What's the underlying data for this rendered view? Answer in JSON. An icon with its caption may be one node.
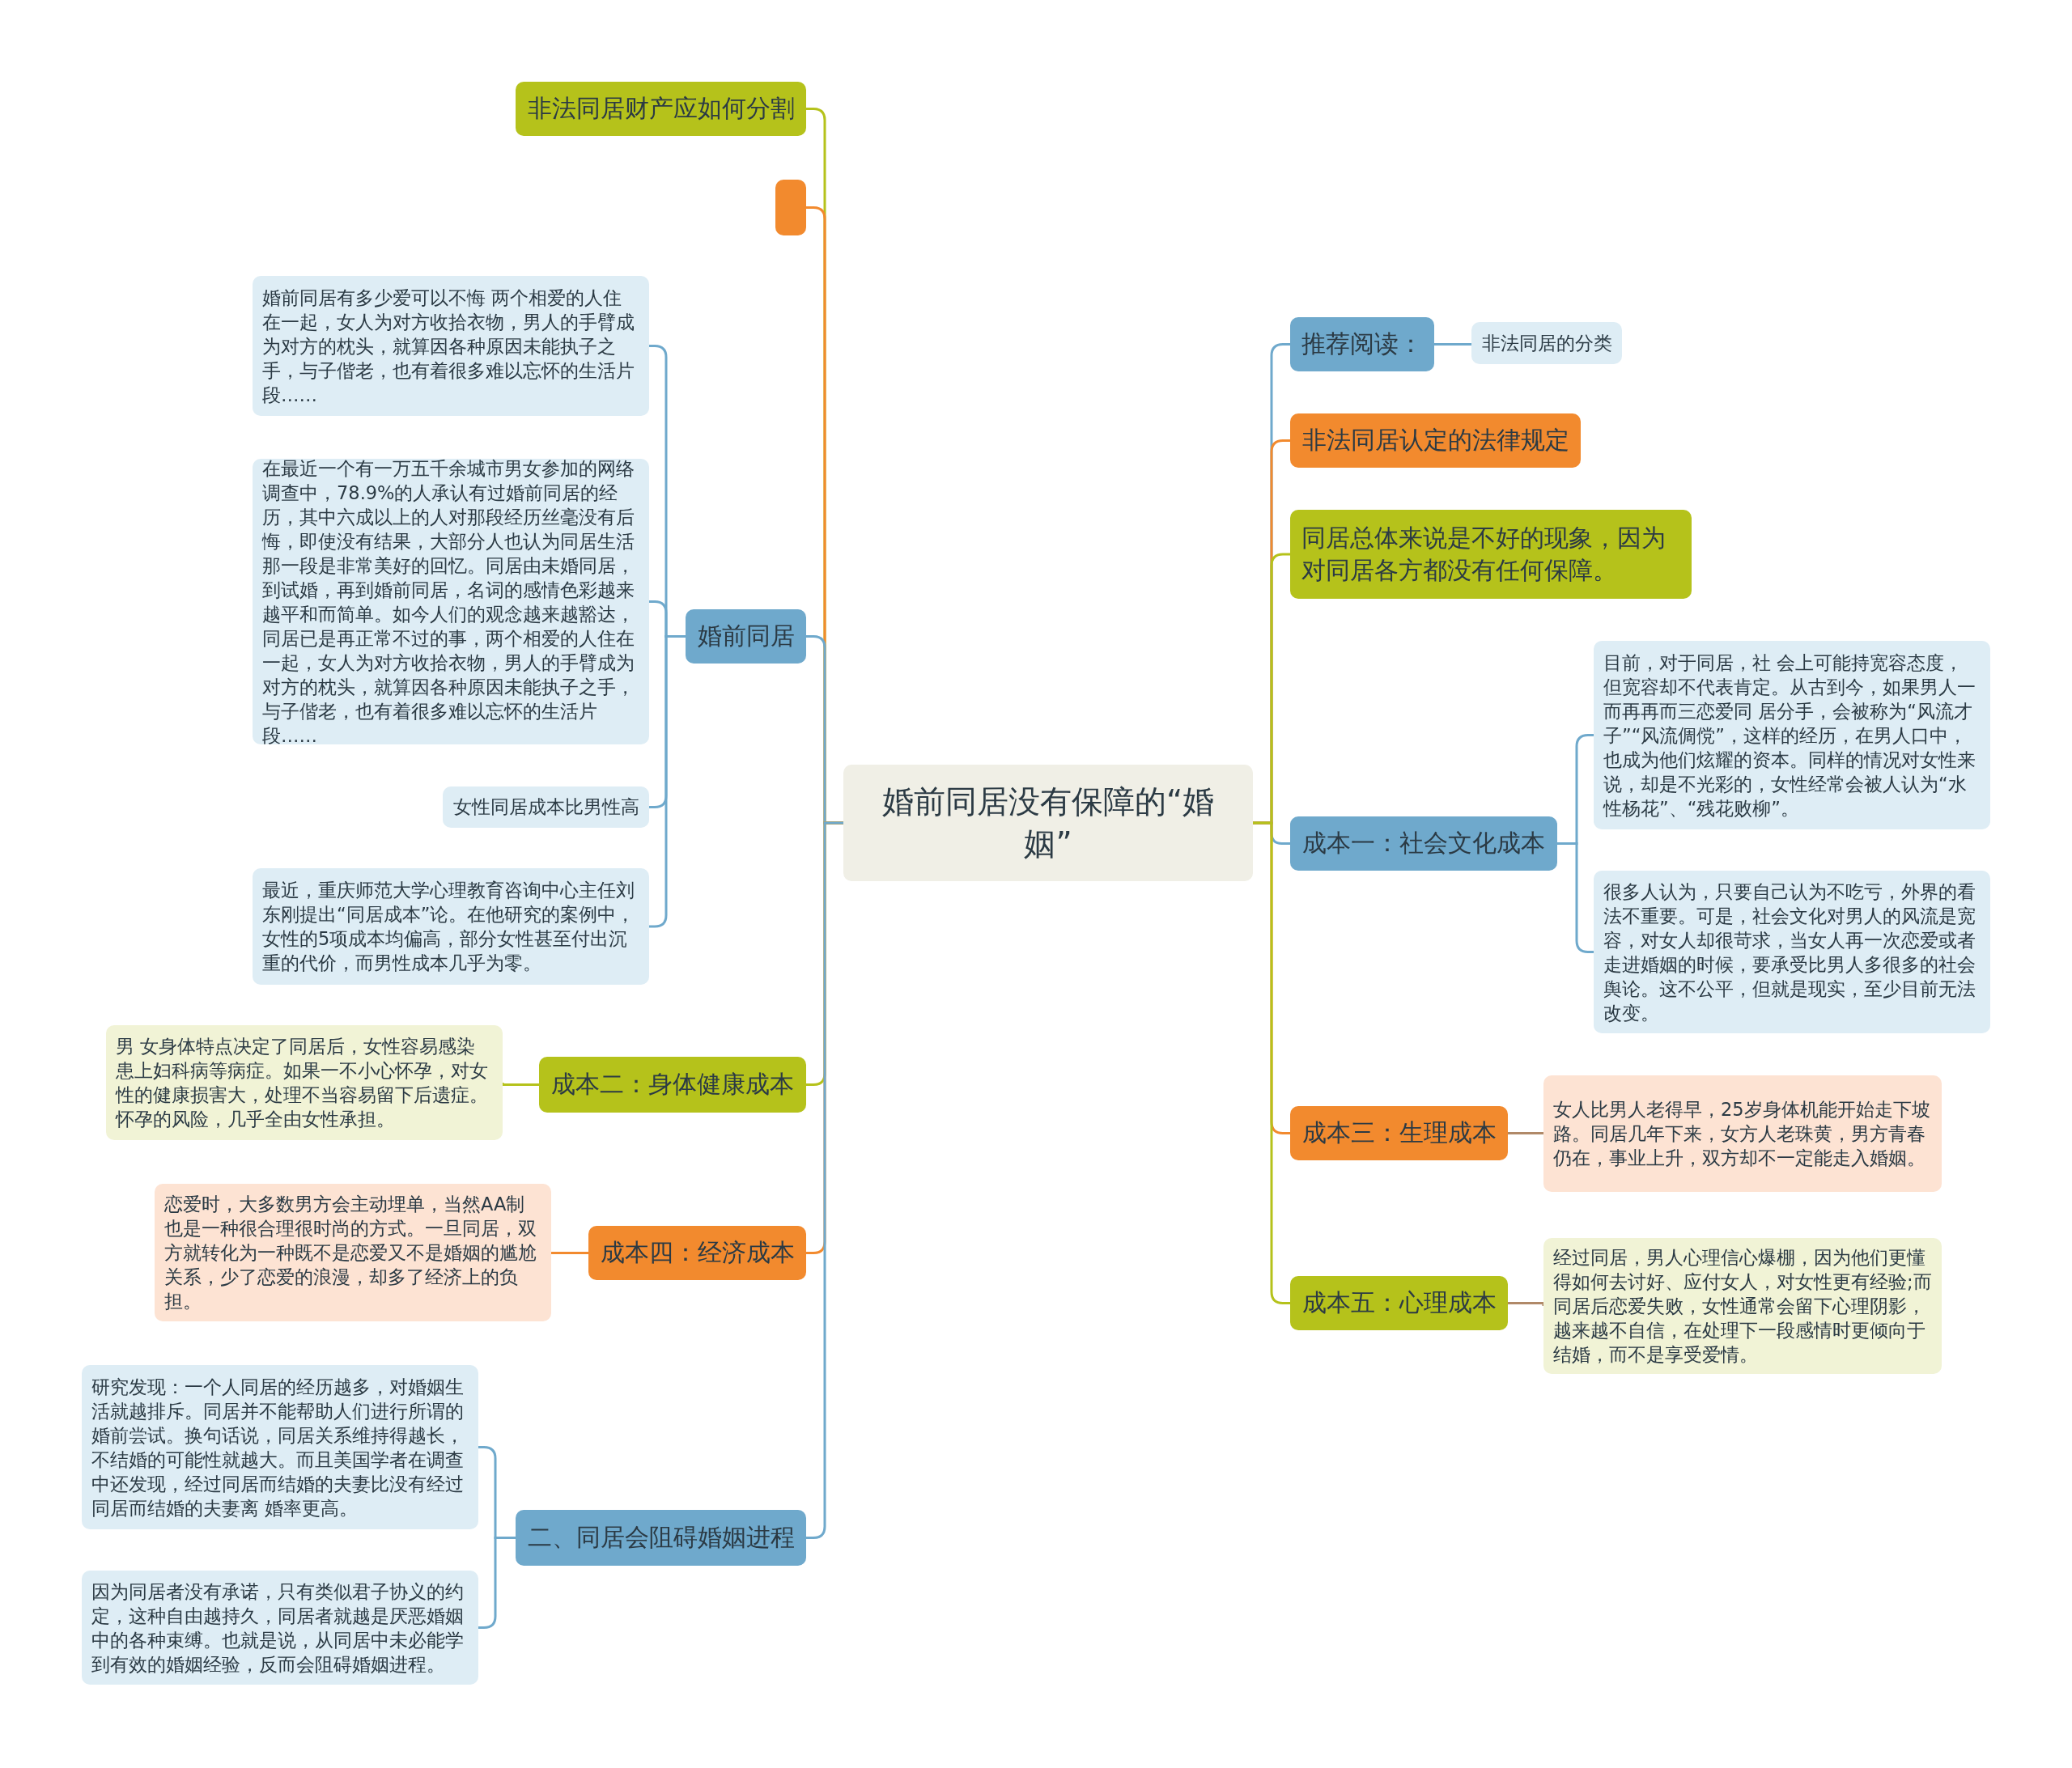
{
  "diagram": {
    "nodes": [
      {
        "text": [
          "婚前同居没有保障的“婚姻”"
        ]
      },
      {
        "text": [
          "非法同居财产应如何分割"
        ]
      },
      {
        "text": [],
        "shape": "box"
      },
      {
        "text": [
          "婚前同居"
        ]
      },
      {
        "text": [
          "婚前同居有多少爱可以不悔 两个相爱的人住在一起，女人为对方收拾衣物，男人的手臂成为对方的枕头，就算因各种原因未能执子之手，与子偕老，也有着很多难以忘怀的生活片段……"
        ]
      },
      {
        "text": [
          "在最近一个有一万五千余城市男女参加的网络调查中，78.9%的人承认有过婚前同居的经历，其中六成以上的人对那段经历丝毫没有后悔，即使没有结果，大部分人也认为同居生活那一段是非常美好的回忆。同居由未婚同居，到试婚，再到婚前同居，名词的感情色彩越来越平和而简单。如今人们的观念越来越豁达，同居已是再正常不过的事，两个相爱的人住在一起，女人为对方收拾衣物，男人的手臂成为对方的枕头，就算因各种原因未能执子之手，与子偕老，也有着很多难以忘怀的生活片段……"
        ]
      },
      {
        "text": [
          "女性同居成本比男性高"
        ]
      },
      {
        "text": [
          "最近，重庆师范大学心理教育咨询中心主任刘东刚提出“同居成本”论。在他研究的案例中，女性的5项成本均偏高，部分女性甚至付出沉重的代价，而男性成本几乎为零。"
        ]
      },
      {
        "text": [
          "成本二：身体健康成本"
        ]
      },
      {
        "text": [
          "男 女身体特点决定了同居后，女性容易感染患上妇科病等病症。如果一不小心怀孕，对女性的健康损害大，处理不当容易留下后遗症。怀孕的风险，几乎全由女性承担。"
        ]
      },
      {
        "text": [
          "成本四：经济成本"
        ]
      },
      {
        "text": [
          "恋爱时，大多数男方会主动埋单，当然AA制也是一种很合理很时尚的方式。一旦同居，双方就转化为一种既不是恋爱又不是婚姻的尴尬关系，少了恋爱的浪漫，却多了经济上的负担。"
        ]
      },
      {
        "text": [
          "二、同居会阻碍婚姻进程"
        ]
      },
      {
        "text": [
          "研究发现：一个人同居的经历越多，对婚姻生活就越排斥。同居并不能帮助人们进行所谓的婚前尝试。换句话说，同居关系维持得越长，不结婚的可能性就越大。而且美国学者在调查中还发现，经过同居而结婚的夫妻比没有经过同居而结婚的夫妻离 婚率更高。"
        ]
      },
      {
        "text": [
          "因为同居者没有承诺，只有类似君子协义的约定，这种自由越持久，同居者就越是厌恶婚姻中的各种束缚。也就是说，从同居中未必能学到有效的婚姻经验，反而会阻碍婚姻进程。"
        ]
      },
      {
        "text": [
          "推荐阅读："
        ]
      },
      {
        "text": [
          "非法同居的分类"
        ]
      },
      {
        "text": [
          "非法同居认定的法律规定"
        ]
      },
      {
        "text": [
          "同居总体来说是不好的现象，因为对同居各方都没有任何保障。"
        ]
      },
      {
        "text": [
          "成本一：社会文化成本"
        ]
      },
      {
        "text": [
          "目前，对于同居，社 会上可能持宽容态度，但宽容却不代表肯定。从古到今，如果男人一而再再而三恋爱同 居分手，会被称为“风流才子”“风流倜傥”，这样的经历，在男人口中，也成为他们炫耀的资本。同样的情况对女性来说，却是不光彩的，女性经常会被人认为“水性杨花”、“残花败柳”。"
        ]
      },
      {
        "text": [
          "很多人认为，只要自己认为不吃亏，外界的看法不重要。可是，社会文化对男人的风流是宽容，对女人却很苛求，当女人再一次恋爱或者走进婚姻的时候，要承受比男人多很多的社会舆论。这不公平，但就是现实，至少目前无法改变。"
        ]
      },
      {
        "text": [
          "成本三：生理成本"
        ]
      },
      {
        "text": [
          "女人比男人老得早，25岁身体机能开始走下坡路。同居几年下来，女方人老珠黄，男方青春仍在，事业上升，双方却不一定能走入婚姻。"
        ]
      },
      {
        "text": [
          "成本五：心理成本"
        ]
      },
      {
        "text": [
          "经过同居，男人心理信心爆棚，因为他们更懂得如何去讨好、应付女人，对女性更有经验;而同居后恋爱失败，女性通常会留下心理阴影，越来越不自信，在处理下一段感情时更倾向于结婚，而不是享受爱情。"
        ]
      }
    ],
    "edges": [
      {
        "from": 0,
        "to": 1,
        "arrow": "none",
        "color": "#b5c21b"
      },
      {
        "from": 0,
        "to": 2,
        "arrow": "none",
        "color": "#f28a2e"
      },
      {
        "from": 0,
        "to": 3,
        "arrow": "none"
      },
      {
        "from": 3,
        "to": 4,
        "arrow": "none"
      },
      {
        "from": 3,
        "to": 5,
        "arrow": "none"
      },
      {
        "from": 3,
        "to": 6,
        "arrow": "none"
      },
      {
        "from": 3,
        "to": 7,
        "arrow": "none"
      },
      {
        "from": 0,
        "to": 8,
        "arrow": "none",
        "color": "#b5c21b"
      },
      {
        "from": 8,
        "to": 9,
        "arrow": "none",
        "color": "#b5c21b"
      },
      {
        "from": 0,
        "to": 10,
        "arrow": "none",
        "color": "#f28a2e"
      },
      {
        "from": 10,
        "to": 11,
        "arrow": "none",
        "color": "#f28a2e"
      },
      {
        "from": 0,
        "to": 12,
        "arrow": "none"
      },
      {
        "from": 12,
        "to": 13,
        "arrow": "none"
      },
      {
        "from": 12,
        "to": 14,
        "arrow": "none"
      },
      {
        "from": 0,
        "to": 15,
        "arrow": "none"
      },
      {
        "from": 15,
        "to": 16,
        "arrow": "none"
      },
      {
        "from": 0,
        "to": 17,
        "arrow": "none",
        "color": "#f28a2e"
      },
      {
        "from": 0,
        "to": 18,
        "arrow": "none",
        "color": "#b5c21b"
      },
      {
        "from": 0,
        "to": 19,
        "arrow": "none"
      },
      {
        "from": 19,
        "to": 20,
        "arrow": "none"
      },
      {
        "from": 19,
        "to": 21,
        "arrow": "none"
      },
      {
        "from": 0,
        "to": 22,
        "arrow": "none",
        "color": "#f28a2e"
      },
      {
        "from": 22,
        "to": 23,
        "arrow": "none",
        "color": "#b08968"
      },
      {
        "from": 0,
        "to": 24,
        "arrow": "none",
        "color": "#b5c21b"
      },
      {
        "from": 24,
        "to": 25,
        "arrow": "none",
        "color": "#b08968"
      }
    ]
  }
}
